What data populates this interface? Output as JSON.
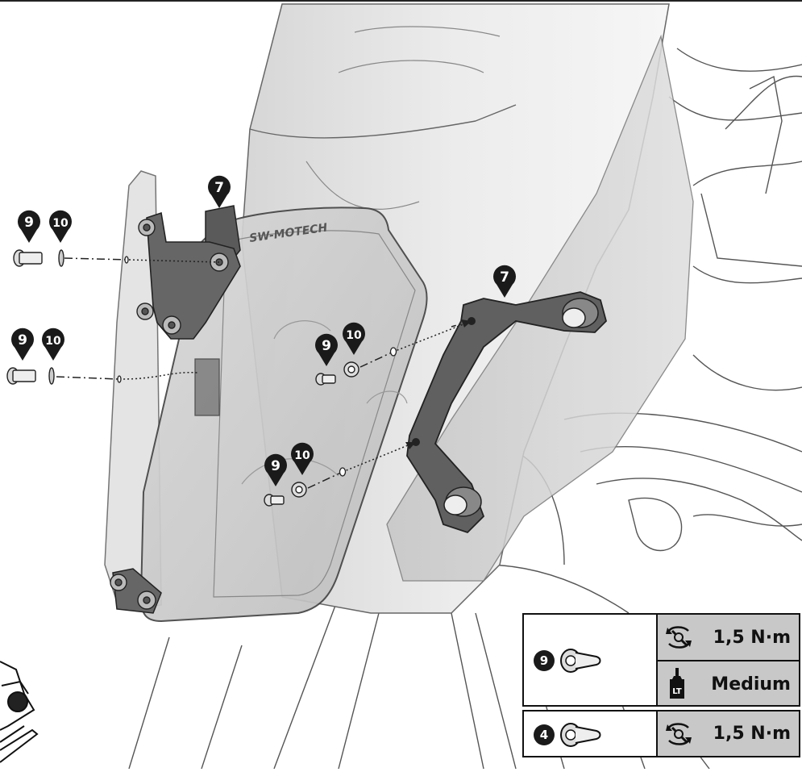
{
  "brand": {
    "logo_text": "SW-MOTECH"
  },
  "callouts": {
    "bracket": "7",
    "screw": "9",
    "washer": "10"
  },
  "spec_table_main": {
    "part_number": "9",
    "torque": "1,5 N·m",
    "threadlock": "Medium",
    "threadlock_icon_letters": "LT"
  },
  "spec_table_secondary": {
    "part_number": "4",
    "torque": "1,5 N·m"
  },
  "colors": {
    "badge": "#1a1a1a",
    "bracket": "#5a5a5a",
    "panel_fill": "#dcdcdc",
    "table_shade": "#c8c8c8",
    "line": "#222222"
  }
}
